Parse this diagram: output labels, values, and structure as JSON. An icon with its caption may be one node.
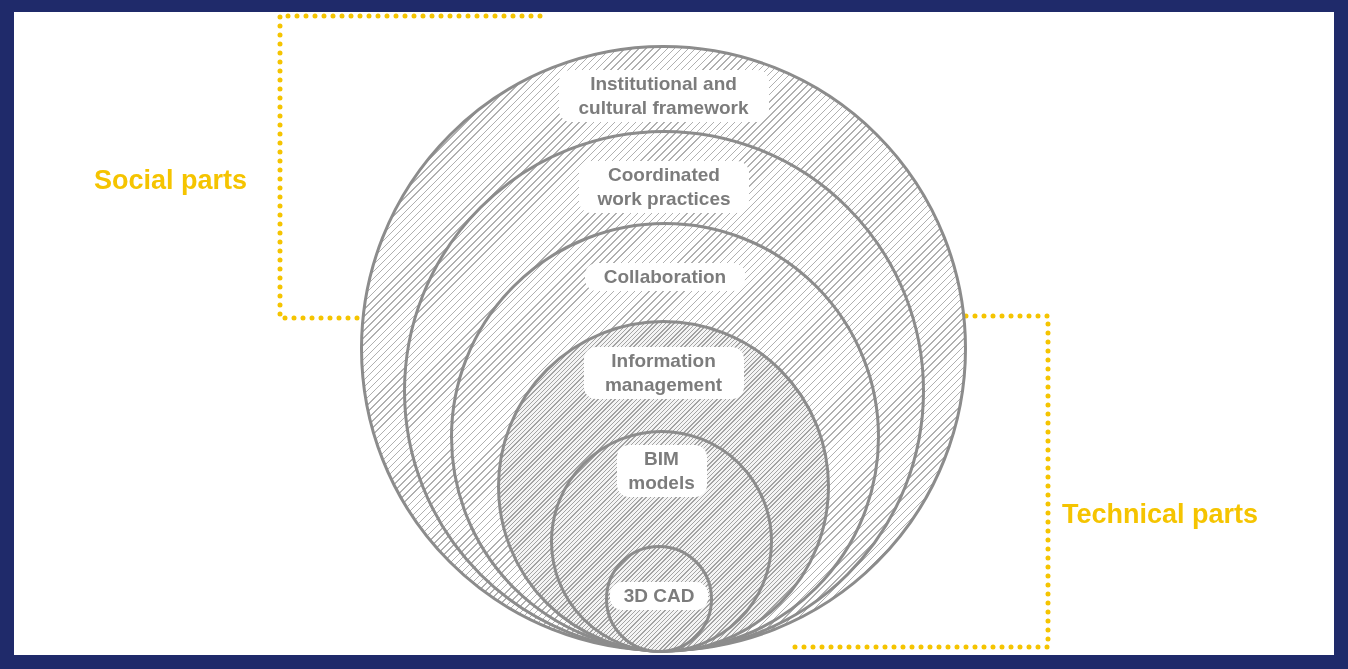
{
  "diagram": {
    "nodes": [
      {
        "text": [
          "Institutional and cultural framework"
        ]
      },
      {
        "text": [
          "Coordinated work practices"
        ],
        "in": 0
      },
      {
        "text": [
          "Collaboration"
        ],
        "in": 1
      },
      {
        "text": [
          "Information management"
        ],
        "in": 2
      },
      {
        "text": [
          "BIM models"
        ],
        "in": 3
      },
      {
        "text": [
          "3D CAD"
        ],
        "in": 4
      }
    ],
    "labels": [
      "Social parts",
      "Technical parts"
    ]
  }
}
